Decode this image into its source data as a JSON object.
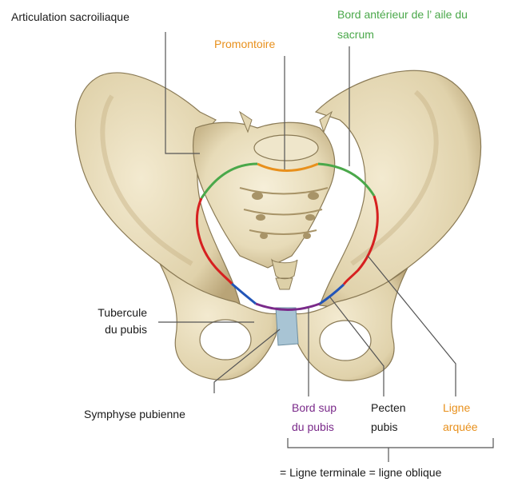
{
  "labels": {
    "articulation": "Articulation sacroiliaque",
    "promontoire": "Promontoire",
    "bord_anterieur_l1": "Bord antérieur de l’ aile du",
    "bord_anterieur_l2": "sacrum",
    "tubercule_l1": "Tubercule",
    "tubercule_l2": "du pubis",
    "symphyse": "Symphyse pubienne",
    "bord_sup_l1": "Bord sup",
    "bord_sup_l2": "du pubis",
    "pecten_l1": "Pecten",
    "pecten_l2": "pubis",
    "ligne_arquee_l1": "Ligne",
    "ligne_arquee_l2": "arquée",
    "terminale": "= Ligne terminale = ligne oblique"
  },
  "colors": {
    "promontoire": "#e8901c",
    "bord_anterieur": "#4aa84a",
    "bord_sup_pubis": "#7a2a8a",
    "pecten_pubis": "#2255b8",
    "ligne_arquee": "#d62020",
    "bone": "#ece2c4",
    "bone_shadow": "#b8a57a",
    "cartilage": "#a8c4d4"
  }
}
